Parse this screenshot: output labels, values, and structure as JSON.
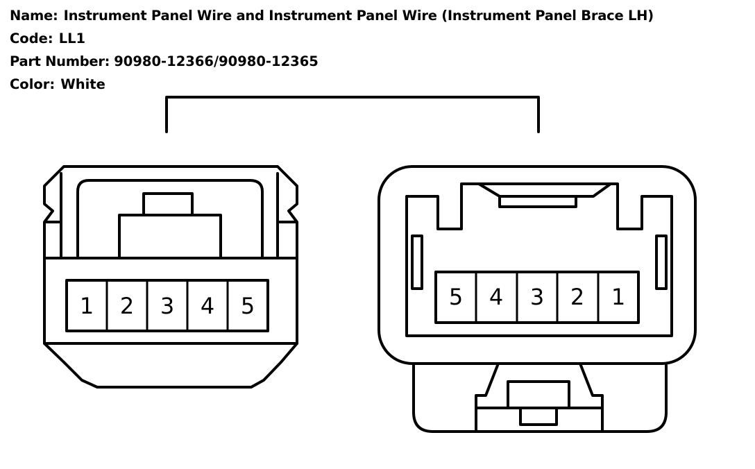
{
  "connector": {
    "name_label": "Name:",
    "name": "Instrument Panel Wire and Instrument Panel Wire (Instrument Panel Brace LH)",
    "code_label": "Code:",
    "code": "LL1",
    "part_number_label": "Part Number:",
    "part_number": "90980-12366/90980-12365",
    "color_label": "Color:",
    "color": "White"
  },
  "left_connector": {
    "pins": [
      "1",
      "2",
      "3",
      "4",
      "5"
    ]
  },
  "right_connector": {
    "pins": [
      "5",
      "4",
      "3",
      "2",
      "1"
    ]
  },
  "colors": {
    "line": "#000000",
    "background": "#ffffff"
  }
}
